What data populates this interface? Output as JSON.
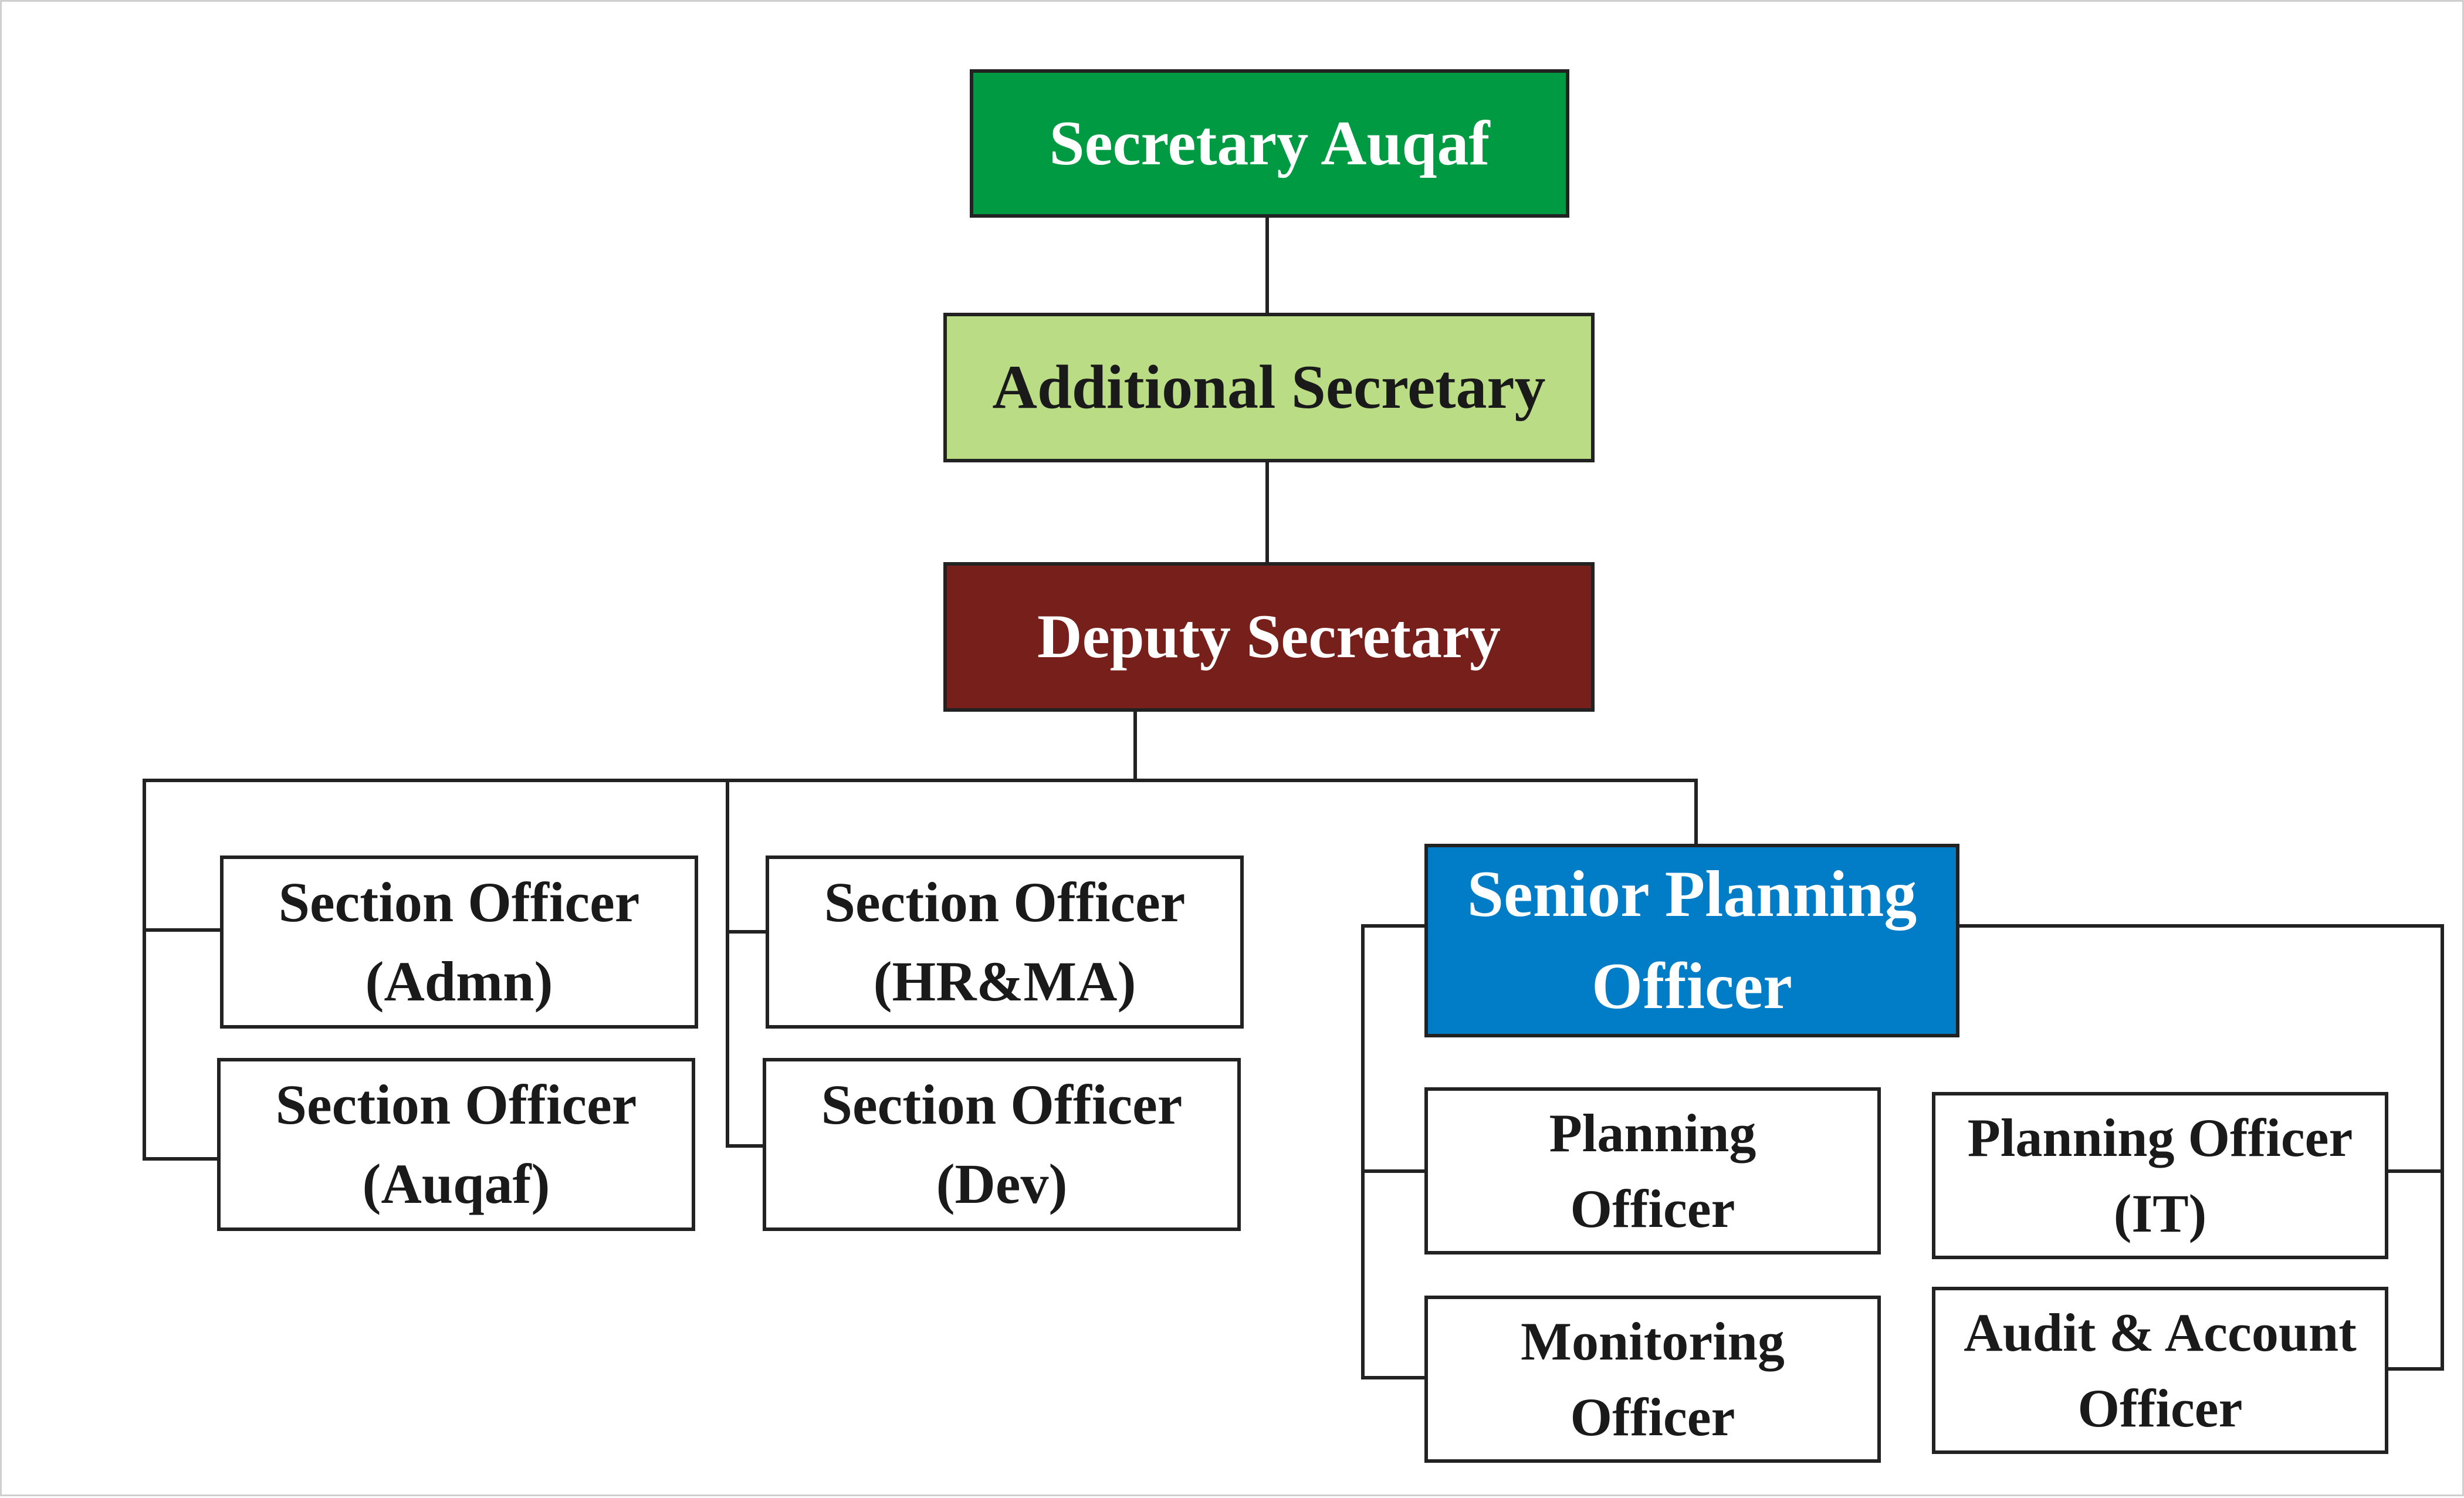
{
  "colors": {
    "secretary_fill": "#009A43",
    "additional_fill": "#BADC85",
    "deputy_fill": "#771F1B",
    "senior_planning_fill": "#007DC6",
    "default_fill": "#FFFFFF",
    "line": "#222222"
  },
  "nodes": {
    "secretary": {
      "lines": [
        "Secretary Auqaf"
      ]
    },
    "additional_secretary": {
      "lines": [
        "Additional Secretary"
      ]
    },
    "deputy_secretary": {
      "lines": [
        "Deputy Secretary"
      ]
    },
    "so_admn": {
      "lines": [
        "Section Officer",
        "(Admn)"
      ]
    },
    "so_auqaf": {
      "lines": [
        "Section Officer",
        "(Auqaf)"
      ]
    },
    "so_hrma": {
      "lines": [
        "Section Officer",
        "(HR&MA)"
      ]
    },
    "so_dev": {
      "lines": [
        "Section Officer",
        "(Dev)"
      ]
    },
    "senior_planning_officer": {
      "lines": [
        "Senior Planning",
        "Officer"
      ]
    },
    "planning_officer": {
      "lines": [
        "Planning",
        "Officer"
      ]
    },
    "monitoring_officer": {
      "lines": [
        "Monitoring",
        "Officer"
      ]
    },
    "planning_officer_it": {
      "lines": [
        "Planning Officer",
        "(IT)"
      ]
    },
    "audit_account_officer": {
      "lines": [
        "Audit & Account",
        "Officer"
      ]
    }
  }
}
